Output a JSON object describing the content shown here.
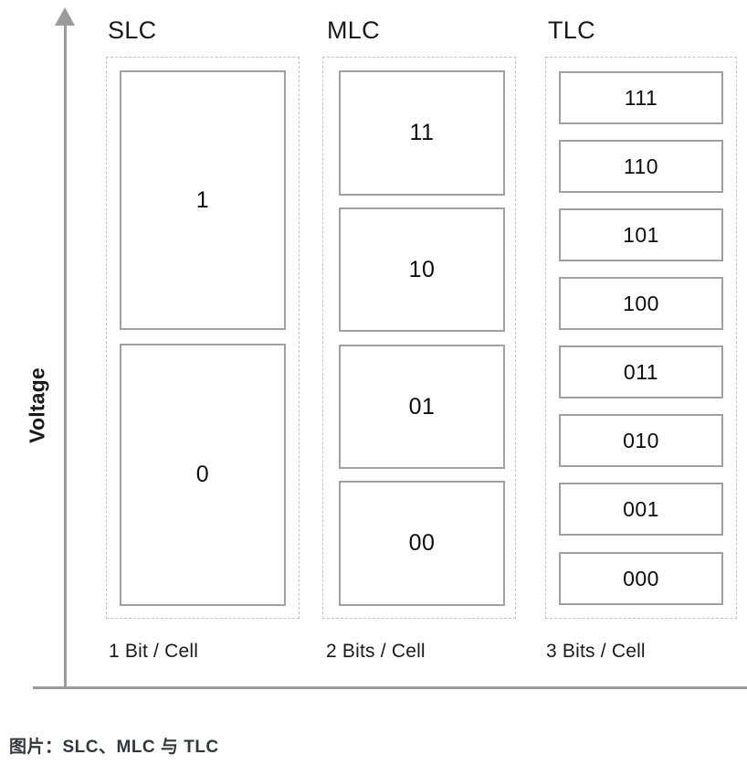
{
  "figure": {
    "y_axis_label": "Voltage",
    "caption": "图片：SLC、MLC 与 TLC"
  },
  "columns": [
    {
      "title": "SLC",
      "footer": "1 Bit / Cell",
      "cells": [
        {
          "label": "1"
        },
        {
          "label": "0"
        }
      ]
    },
    {
      "title": "MLC",
      "footer": "2 Bits / Cell",
      "cells": [
        {
          "label": "11"
        },
        {
          "label": "10"
        },
        {
          "label": "01"
        },
        {
          "label": "00"
        }
      ]
    },
    {
      "title": "TLC",
      "footer": "3 Bits / Cell",
      "cells": [
        {
          "label": "111"
        },
        {
          "label": "110"
        },
        {
          "label": "101"
        },
        {
          "label": "100"
        },
        {
          "label": "011"
        },
        {
          "label": "010"
        },
        {
          "label": "001"
        },
        {
          "label": "000"
        }
      ]
    }
  ],
  "chart_data": {
    "type": "diagram",
    "title": "SLC, MLC and TLC voltage level distribution",
    "ylabel": "Voltage",
    "categories": [
      "SLC",
      "MLC",
      "TLC"
    ],
    "bits_per_cell": [
      1,
      2,
      3
    ],
    "levels_per_cell": [
      2,
      4,
      8
    ],
    "series": [
      {
        "name": "SLC",
        "values": [
          "1",
          "0"
        ]
      },
      {
        "name": "MLC",
        "values": [
          "11",
          "10",
          "01",
          "00"
        ]
      },
      {
        "name": "TLC",
        "values": [
          "111",
          "110",
          "101",
          "100",
          "011",
          "010",
          "001",
          "000"
        ]
      }
    ]
  },
  "colors": {
    "axis": "#9b9b9b",
    "cell_border": "#a0a0a0",
    "group_border": "#c4c4c4",
    "text": "#1a1a1a",
    "caption": "#32373c",
    "background": "#ffffff"
  }
}
